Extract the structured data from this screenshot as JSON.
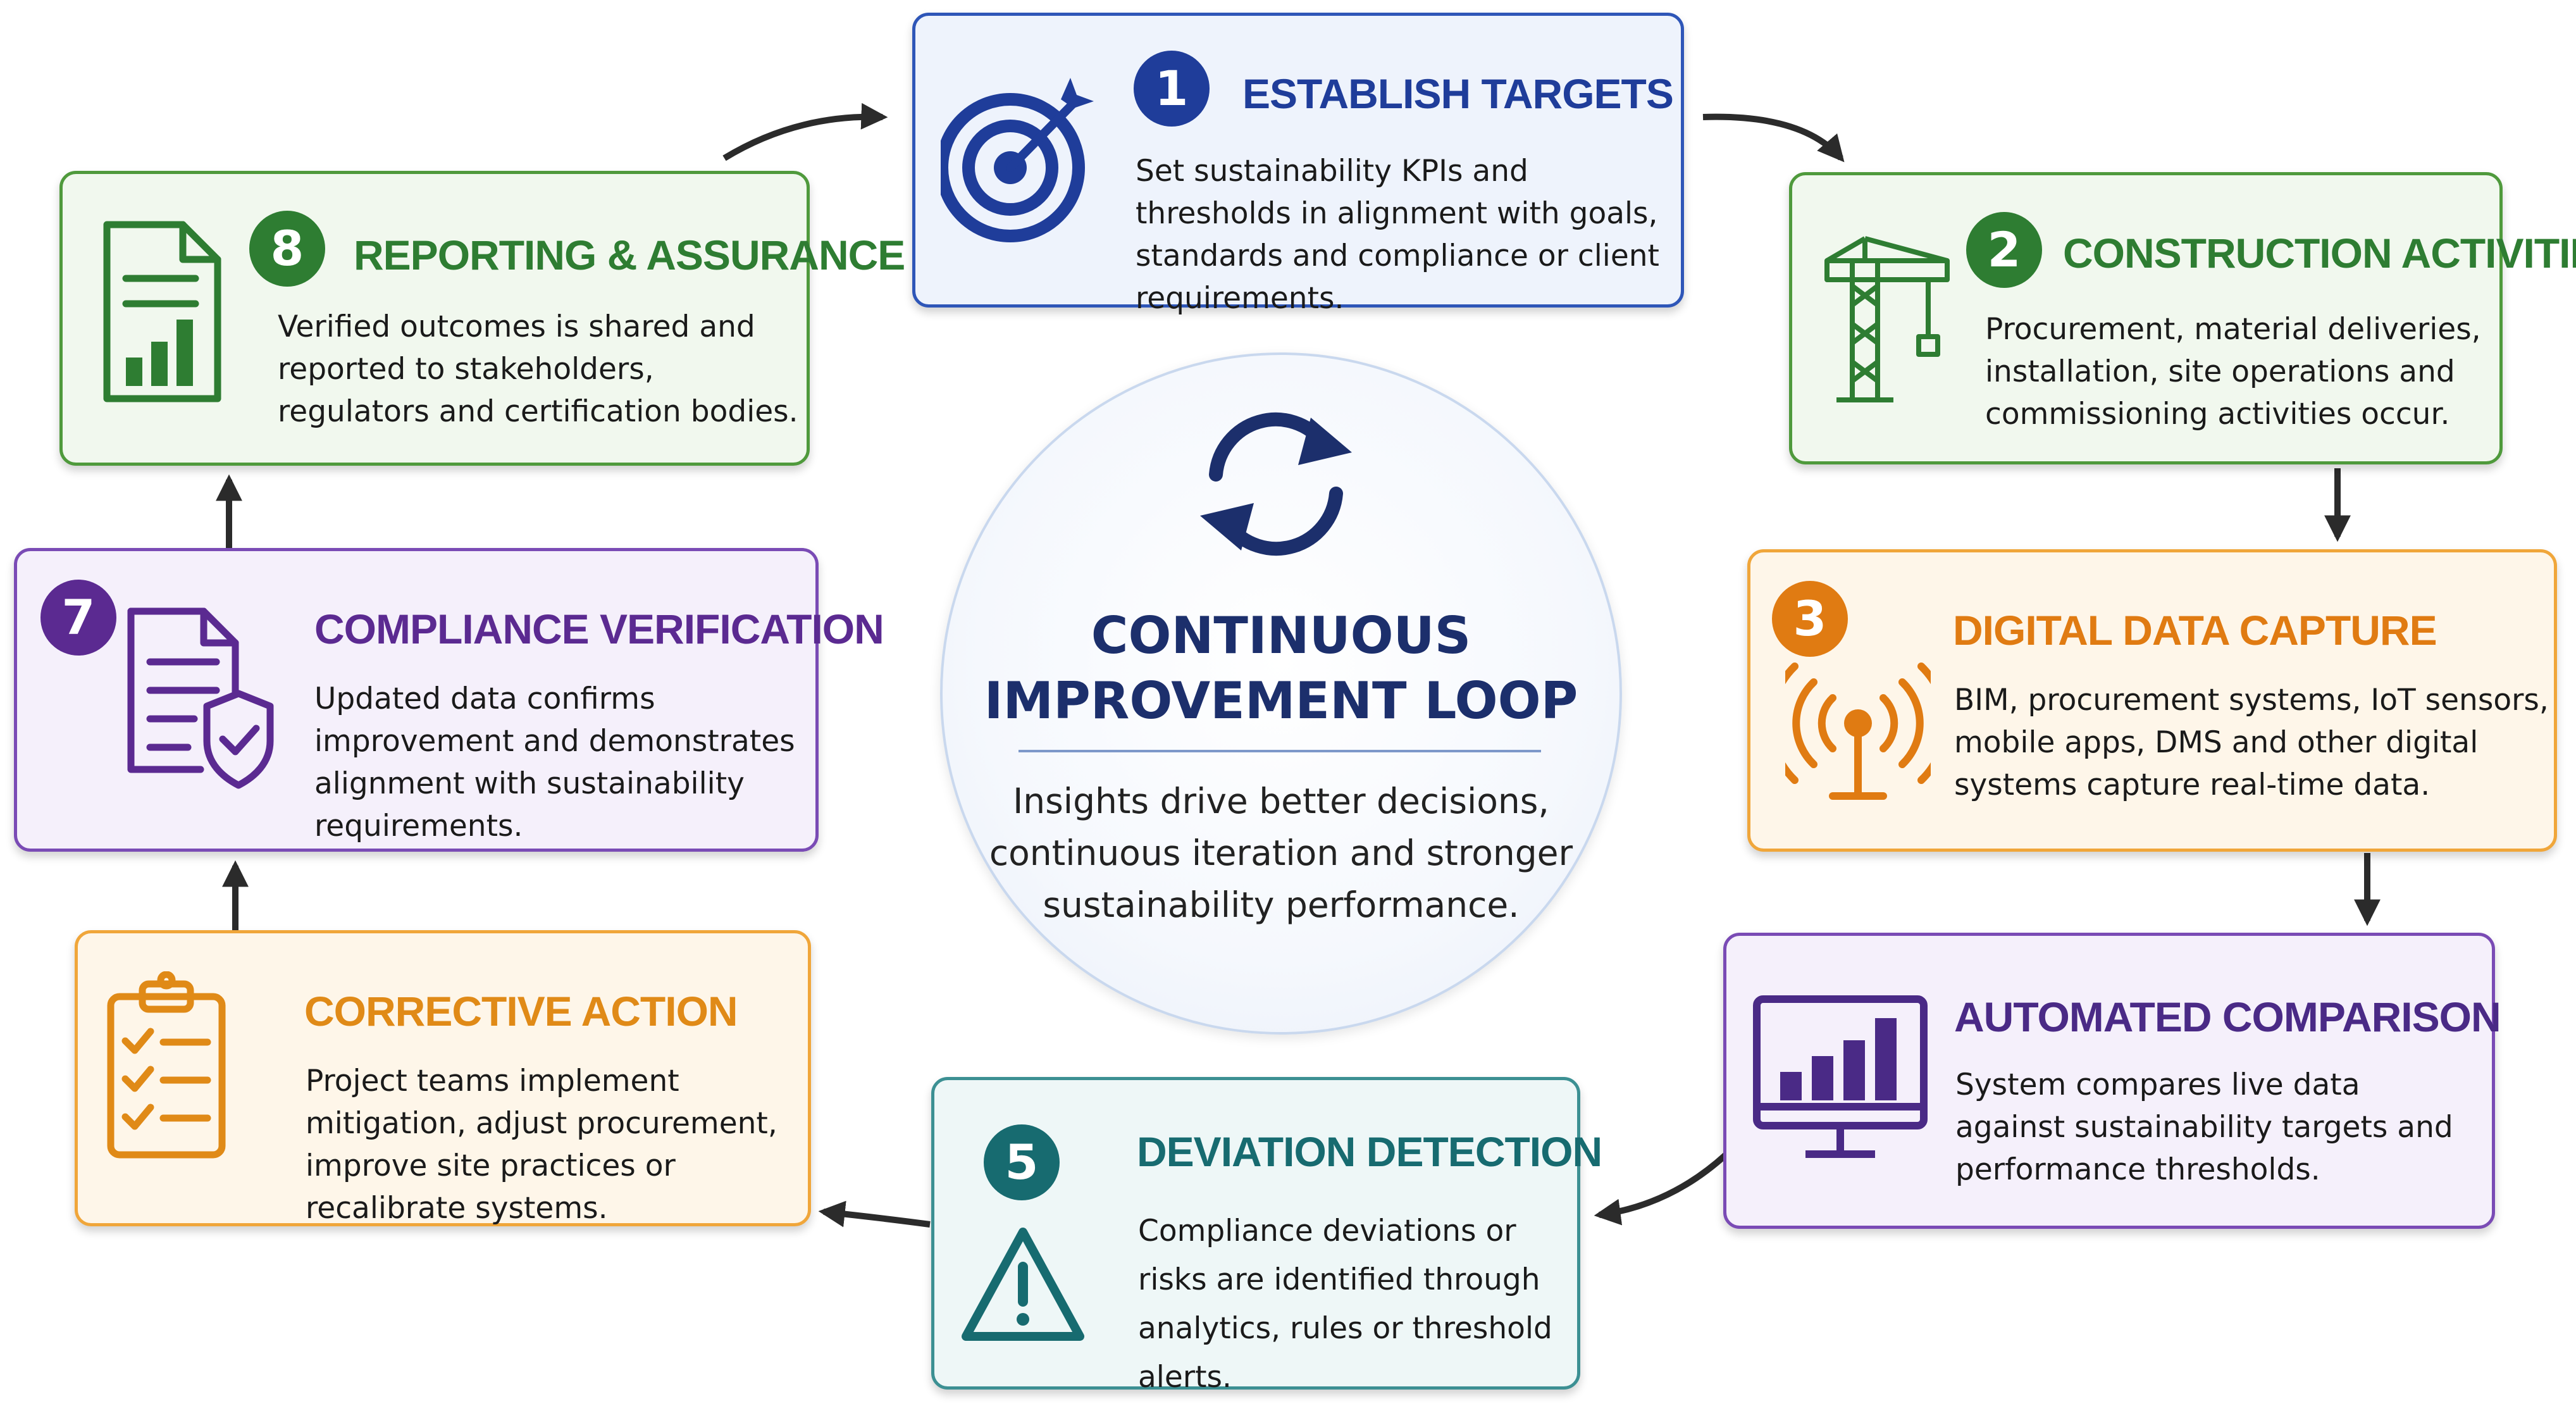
{
  "center": {
    "title_line1": "CONTINUOUS",
    "title_line2": "IMPROVEMENT LOOP",
    "description": "Insights drive better decisions, continuous iteration and stronger sustainability performance.",
    "icon": "refresh-cycle-icon"
  },
  "steps": [
    {
      "number": "1",
      "title": "ESTABLISH TARGETS",
      "description": "Set sustainability KPIs and thresholds in alignment with goals, standards and compliance or client requirements.",
      "icon": "target-icon",
      "color": "#1f3d9a"
    },
    {
      "number": "2",
      "title": "CONSTRUCTION ACTIVITIES",
      "description": "Procurement, material deliveries, installation, site operations and commissioning activities occur.",
      "icon": "crane-icon",
      "color": "#2e7d32"
    },
    {
      "number": "3",
      "title": "DIGITAL DATA CAPTURE",
      "description": "BIM, procurement systems, IoT sensors, mobile apps, DMS and other digital systems capture real-time data.",
      "icon": "signal-antenna-icon",
      "color": "#e07b12"
    },
    {
      "title": "AUTOMATED COMPARISON",
      "description": "System compares live data against sustainability targets and performance thresholds.",
      "icon": "monitor-chart-icon",
      "color": "#4a2a86"
    },
    {
      "number": "5",
      "title": "DEVIATION DETECTION",
      "description": "Compliance deviations or risks are identified through analytics, rules or threshold alerts.",
      "icon": "warning-triangle-icon",
      "color": "#176b70"
    },
    {
      "title": "CORRECTIVE ACTION",
      "description": "Project teams implement mitigation, adjust procurement, improve site practices or recalibrate systems.",
      "icon": "checklist-clipboard-icon",
      "color": "#e08a17"
    },
    {
      "number": "7",
      "title": "COMPLIANCE VERIFICATION",
      "description": "Updated data confirms improvement and demonstrates alignment with sustainability requirements.",
      "icon": "document-shield-icon",
      "color": "#5b2a91"
    },
    {
      "number": "8",
      "title": "REPORTING & ASSURANCE",
      "description": "Verified outcomes is shared and reported to stakeholders, regulators and certification bodies.",
      "icon": "report-chart-icon",
      "color": "#2e7d32"
    }
  ],
  "colors": {
    "blue_bg": "#eef3fc",
    "blue_border": "#2e56b8",
    "green_bg": "#f1f8ee",
    "green_border": "#4f9a3c",
    "orange_bg": "#fef6e9",
    "orange_border": "#f0a63a",
    "purple_bg": "#f5f0fb",
    "purple_border": "#7a4bb5",
    "teal_bg": "#eef7f7",
    "teal_border": "#3c9093",
    "arrow": "#2b2b2b"
  }
}
